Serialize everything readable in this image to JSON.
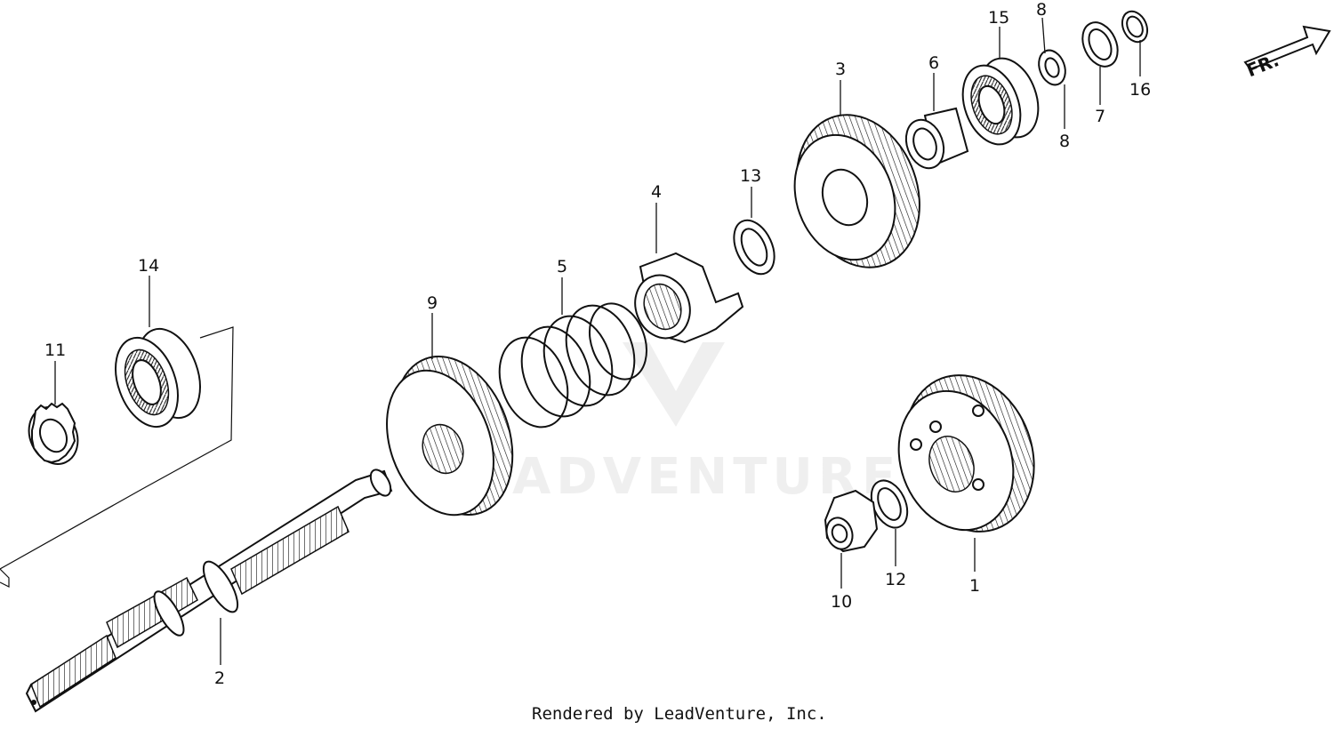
{
  "diagram": {
    "direction_marker": "FR.",
    "watermark": "LEADVENTURE",
    "footer": "Rendered by LeadVenture, Inc.",
    "callouts": {
      "c1": "1",
      "c2": "2",
      "c3": "3",
      "c4": "4",
      "c5": "5",
      "c6": "6",
      "c7": "7",
      "c8a": "8",
      "c8b": "8",
      "c9": "9",
      "c10": "10",
      "c11": "11",
      "c12": "12",
      "c13": "13",
      "c14": "14",
      "c15": "15",
      "c16": "16"
    }
  }
}
